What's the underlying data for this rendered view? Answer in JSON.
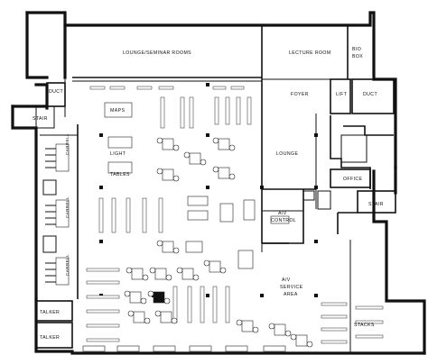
{
  "rooms": {
    "lounge_seminar": "LOUNGE/SEMINAR ROOMS",
    "lecture_room": "LECTURE ROOM",
    "bio_box_1": "BIO",
    "bio_box_2": "BOX",
    "foyer": "FOYER",
    "lift": "LIFT",
    "duct_right": "DUCT",
    "duct_left": "DUCT",
    "stair_left": "STAIR",
    "stair_right": "STAIR",
    "office": "OFFICE",
    "lounge": "LOUNGE",
    "maps": "MAPS",
    "light_tables_1": "LIGHT",
    "light_tables_2": "TABLES",
    "av_control_1": "A/V",
    "av_control_2": "CONTROL",
    "av_service_1": "A/V",
    "av_service_2": "SERVICE",
    "av_service_3": "AREA",
    "stacks": "STACKS",
    "talker_1": "TALKER",
    "talker_2": "TALKER",
    "carrell": "CARRELL"
  }
}
